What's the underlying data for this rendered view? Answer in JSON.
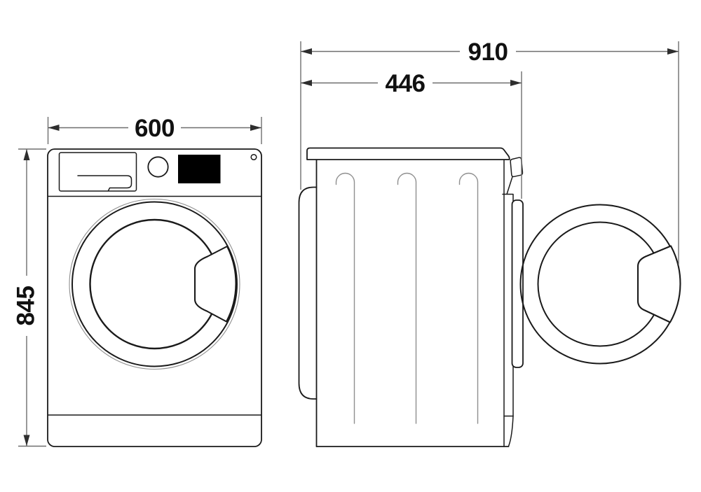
{
  "dimensions": {
    "front_width": "600",
    "front_height": "845",
    "side_depth_total": "910",
    "side_depth_body": "446"
  },
  "colors": {
    "background": "#ffffff",
    "outline": "#1a1a1a",
    "outline_soft": "#8f8f8f",
    "dimension_line": "#6e6e6e",
    "arrow": "#2e2e2e",
    "label": "#111111",
    "groove": "#8f8f8f",
    "display_fill": "#000000"
  }
}
